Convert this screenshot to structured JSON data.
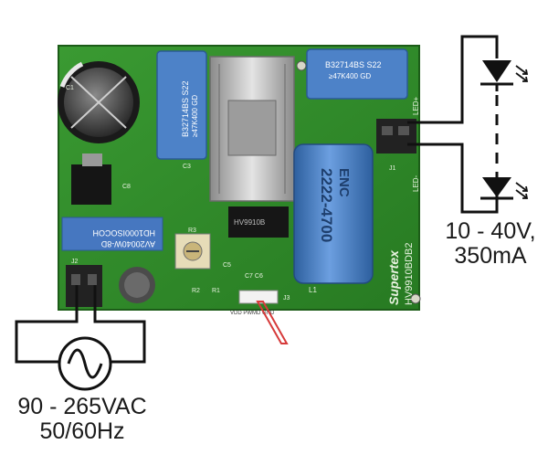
{
  "output_spec": {
    "line1": "10 - 40V,",
    "line2": "350mA"
  },
  "input_spec": {
    "line1": "90 - 265VAC",
    "line2": "50/60Hz"
  },
  "board": {
    "brand": "Supertex",
    "model": "HV9910BDB2",
    "pin_led_plus": "LED+",
    "pin_led_minus": "LED-",
    "cap_label": "2222-4700",
    "cap_label2": "ENC",
    "film_cap_label": "B32714BS S22",
    "film_cap_sub": "≥47K400 GD",
    "ic_label": "HV9910B",
    "ref_c3": "C3",
    "ref_l1": "L1",
    "ref_r3": "R3",
    "ref_r2": "R2",
    "ref_r1": "R1",
    "ref_c5": "C5",
    "ref_j1": "J1",
    "ref_j2": "J2",
    "ref_c1": "C1",
    "ref_c7c6": "C7 C6",
    "ref_c8": "C8",
    "ref_j3": "J3",
    "silk_pins": "VDD PWMD GND",
    "blue_chip_label": "HD1000ISOCOH",
    "blue_chip_label2": "AV20040W-8D"
  },
  "colors": {
    "pcb_green": "#2f8f2a",
    "pcb_dark": "#1f6a1c",
    "wire": "#111111",
    "capacitor_blue": "#3f78c4",
    "heatsink": "#b8b8b8",
    "jumper_red": "#d63a3a"
  },
  "icons": [
    "ac-source-icon",
    "led-icon",
    "light-emission-icon"
  ]
}
